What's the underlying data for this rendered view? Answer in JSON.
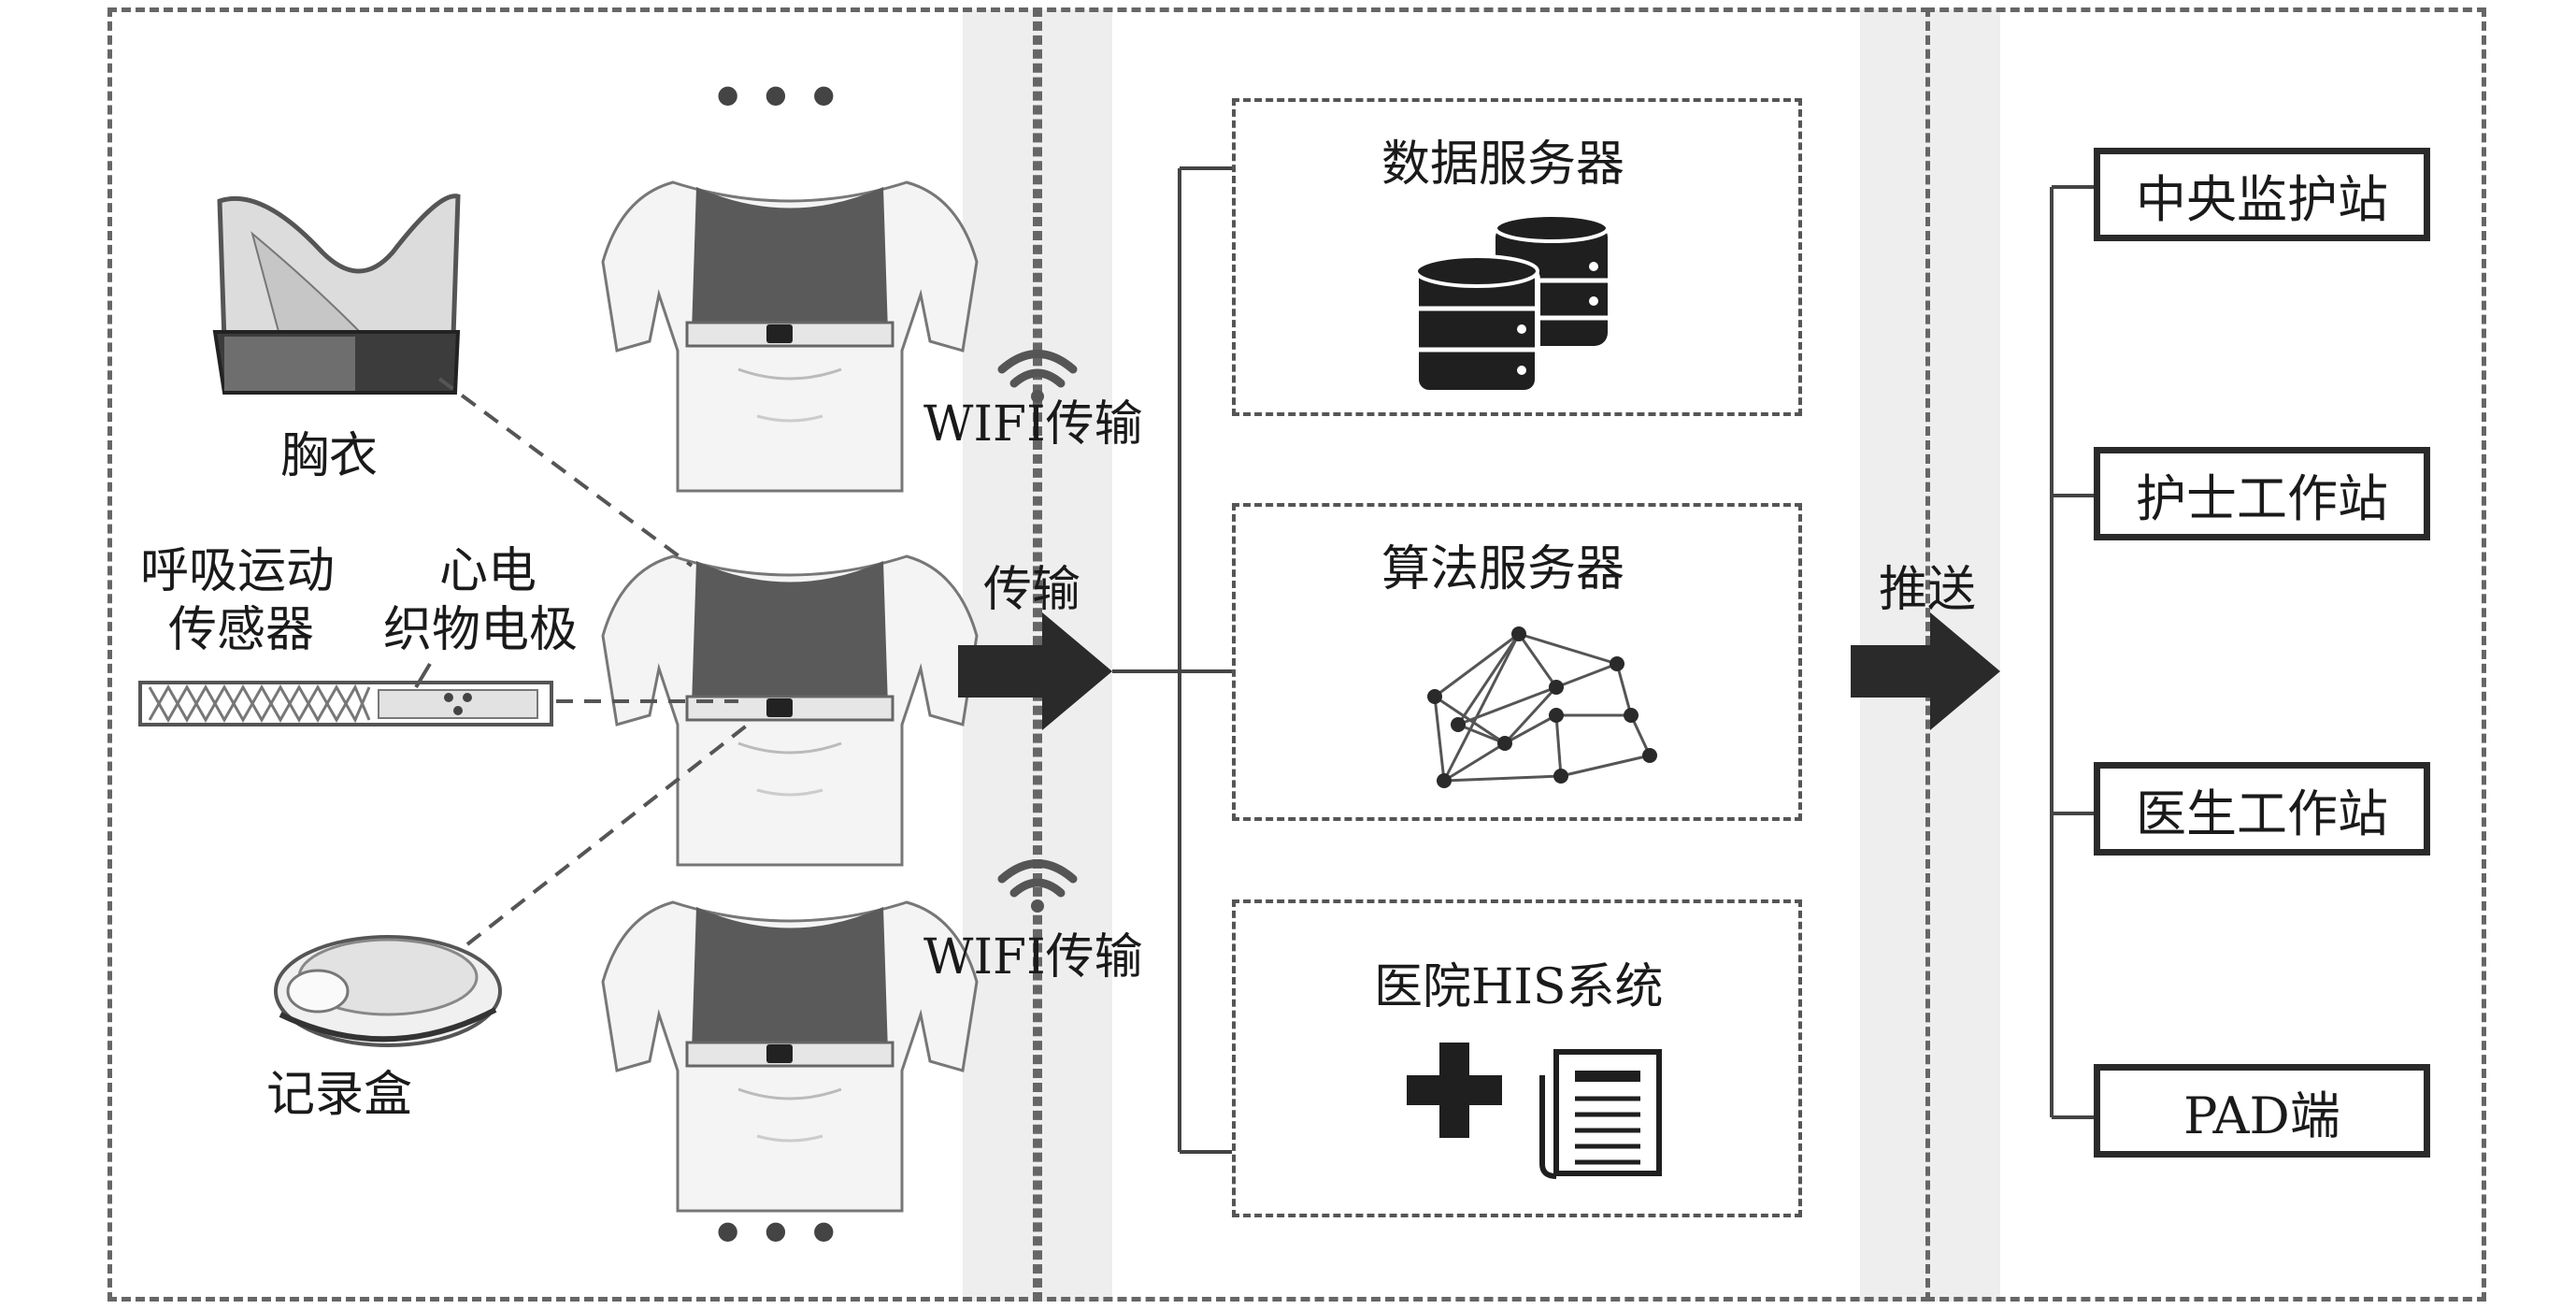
{
  "left": {
    "bra_label": "胸衣",
    "sensor_label_1": "呼吸运动",
    "sensor_label_2": "传感器",
    "electrode_label_1": "心电",
    "electrode_label_2": "织物电极",
    "recorder_label": "记录盒",
    "ellipsis": "•••"
  },
  "transmission": {
    "wifi_top": "WIFI传输",
    "main": "传输",
    "wifi_bottom": "WIFI传输"
  },
  "servers": [
    {
      "label": "数据服务器",
      "icon": "database-icon"
    },
    {
      "label": "算法服务器",
      "icon": "network-graph-icon"
    },
    {
      "label": "医院HIS系统",
      "icon": "medical-cross-document-icon"
    }
  ],
  "push_label": "推送",
  "terminals": [
    {
      "label": "中央监护站"
    },
    {
      "label": "护士工作站"
    },
    {
      "label": "医生工作站"
    },
    {
      "label": "PAD端"
    }
  ],
  "colors": {
    "band": "#eeeeee",
    "border": "#666666",
    "vest": "#5a5a5a",
    "icon": "#1f1f1f"
  }
}
